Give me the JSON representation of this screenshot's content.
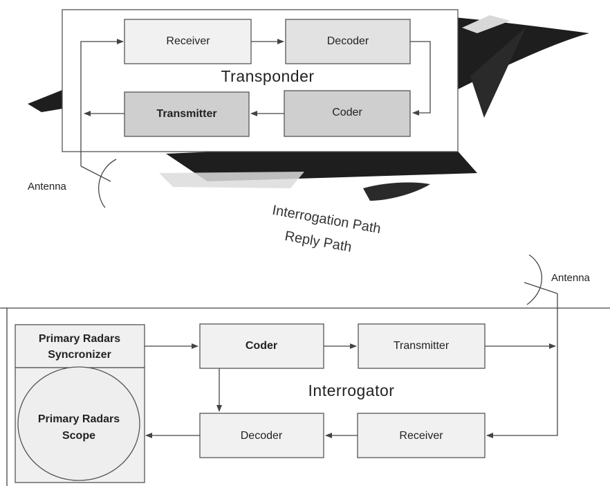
{
  "transponder": {
    "title": "Transponder",
    "receiver": "Receiver",
    "decoder": "Decoder",
    "transmitter": "Transmitter",
    "coder": "Coder"
  },
  "antenna_top": "Antenna",
  "paths": {
    "interrogation": "Interrogation Path",
    "reply": "Reply Path"
  },
  "antenna_bottom": "Antenna",
  "interrogator": {
    "title": "Interrogator",
    "synchronizer_line1": "Primary Radars",
    "synchronizer_line2": "Syncronizer",
    "scope_line1": "Primary Radars",
    "scope_line2": "Scope",
    "coder": "Coder",
    "transmitter": "Transmitter",
    "decoder": "Decoder",
    "receiver": "Receiver"
  },
  "colors": {
    "box_fill_light": "#f1f1f1",
    "box_fill_mid": "#e2e2e2",
    "box_fill_dark": "#cfcfcf",
    "aircraft": "#1e1e1e"
  }
}
